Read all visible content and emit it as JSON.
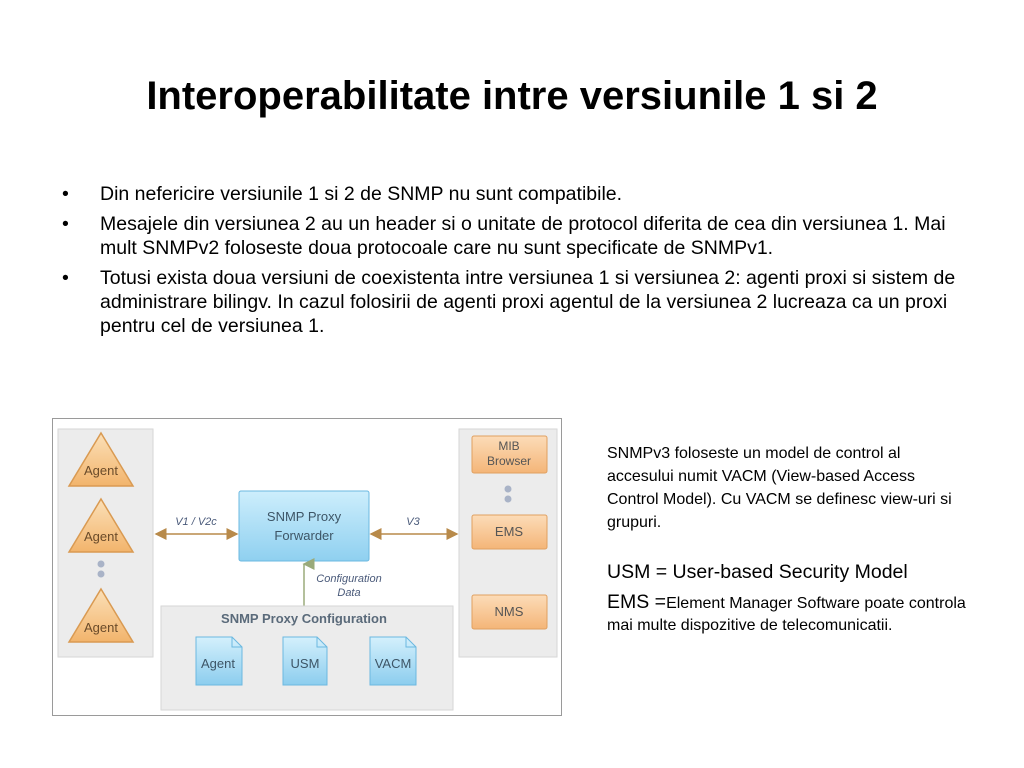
{
  "slide": {
    "title": "Interoperabilitate intre versiunile 1 si 2",
    "bullets": [
      {
        "marker": "•",
        "text": "Din nefericire versiunile 1 si 2 de SNMP nu sunt compatibile."
      },
      {
        "marker": "•",
        "text": " Mesajele din versiunea 2 au un header si o unitate de protocol diferita de cea din versiunea 1. Mai mult SNMPv2 foloseste doua protocoale care nu sunt specificate de SNMPv1."
      },
      {
        "marker": "•",
        "text": "Totusi exista doua versiuni de coexistenta intre versiunea 1 si versiunea 2: agenti proxi si sistem de administrare bilingv. In cazul folosirii de agenti proxi agentul de la versiunea 2 lucreaza ca un proxi pentru cel de versiunea 1."
      }
    ]
  },
  "diagram": {
    "agents": [
      "Agent",
      "Agent",
      "Agent"
    ],
    "proxy": [
      "SNMP Proxy",
      "Forwarder"
    ],
    "left_link_label": "V1 / V2c",
    "right_link_label": "V3",
    "config_label": [
      "Configuration",
      "Data"
    ],
    "config_panel_title": "SNMP Proxy Configuration",
    "config_docs": [
      "Agent",
      "USM",
      "VACM"
    ],
    "managers": {
      "mib": [
        "MIB",
        "Browser"
      ],
      "ems": "EMS",
      "nms": "NMS"
    },
    "colors": {
      "agent_fill": "#f5c68c",
      "agent_stroke": "#d99a52",
      "proxy_fill": "#a9dcf5",
      "manager_fill": "#f8c898",
      "panel_fill": "#ececec",
      "arrow_color": "#b88a4a",
      "config_arrow_color": "#9aaa7a"
    }
  },
  "side": {
    "p1": "SNMPv3 foloseste un model de control al accesului numit VACM (View-based Access Control Model). Cu VACM se definesc view-uri si grupuri.",
    "p2": "USM = User-based Security Model",
    "p3_lead": "EMS =",
    "p3_rest": "Element Manager Software poate controla mai multe dispozitive de telecomunicatii."
  }
}
